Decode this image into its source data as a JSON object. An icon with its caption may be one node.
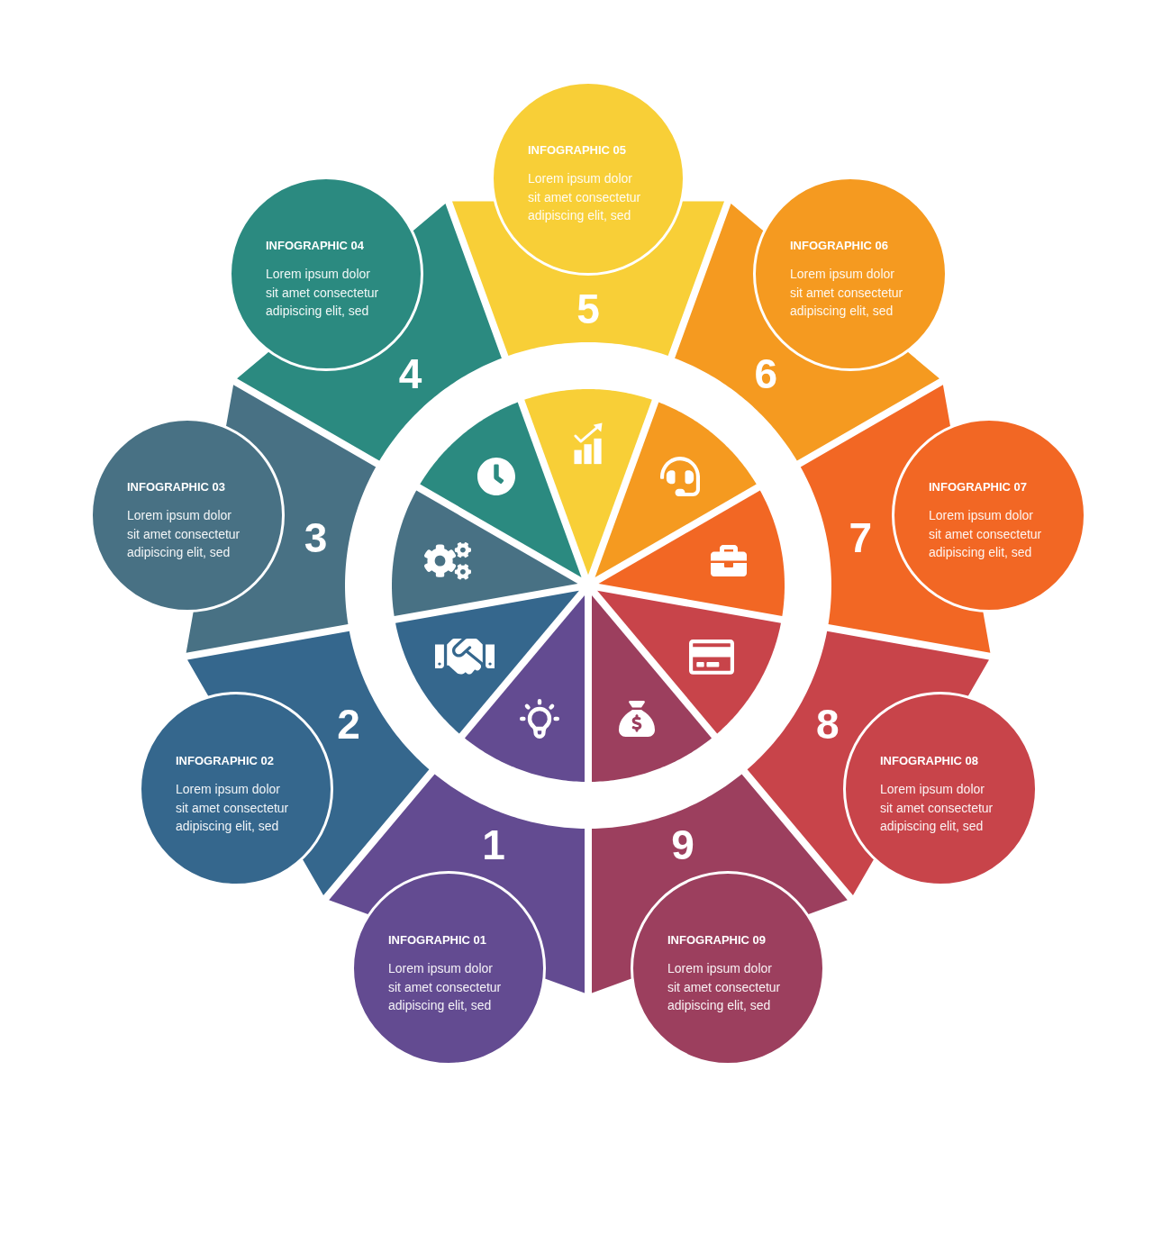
{
  "diagram": {
    "nodes": [
      {
        "text": [
          "1"
        ]
      },
      {
        "text": [
          "INFOGRAPHIC 01",
          "Lorem ipsum dolor sit amet consectetur adipiscing elit, sed"
        ]
      },
      {
        "text": [
          "2"
        ]
      },
      {
        "text": [
          "INFOGRAPHIC 02",
          "Lorem ipsum dolor sit amet consectetur adipiscing elit, sed"
        ]
      },
      {
        "text": [
          "3"
        ]
      },
      {
        "text": [
          "INFOGRAPHIC 03",
          "Lorem ipsum dolor sit amet consectetur adipiscing elit, sed"
        ]
      },
      {
        "text": [
          "4"
        ]
      },
      {
        "text": [
          "INFOGRAPHIC 04",
          "Lorem ipsum dolor sit amet consectetur adipiscing elit, sed"
        ]
      },
      {
        "text": [
          "5"
        ]
      },
      {
        "text": [
          "INFOGRAPHIC 05",
          "Lorem ipsum dolor sit amet consectetur adipiscing elit, sed"
        ]
      },
      {
        "text": [
          "6"
        ]
      },
      {
        "text": [
          "INFOGRAPHIC 06",
          "Lorem ipsum dolor sit amet consectetur adipiscing elit, sed"
        ]
      },
      {
        "text": [
          "7"
        ]
      },
      {
        "text": [
          "INFOGRAPHIC 07",
          "Lorem ipsum dolor sit amet consectetur adipiscing elit, sed"
        ]
      },
      {
        "text": [
          "8"
        ]
      },
      {
        "text": [
          "INFOGRAPHIC 08",
          "Lorem ipsum dolor sit amet consectetur adipiscing elit, sed"
        ]
      },
      {
        "text": [
          "9"
        ]
      },
      {
        "text": [
          "INFOGRAPHIC 09",
          "Lorem ipsum dolor sit amet consectetur adipiscing elit, sed"
        ]
      },
      {
        "text": [],
        "shape": "wedge"
      },
      {
        "text": [],
        "shape": "wedge"
      },
      {
        "text": [],
        "shape": "wedge"
      },
      {
        "text": [],
        "shape": "wedge"
      },
      {
        "text": [],
        "shape": "wedge"
      },
      {
        "text": [],
        "shape": "wedge"
      },
      {
        "text": [],
        "shape": "wedge"
      },
      {
        "text": [],
        "shape": "wedge"
      },
      {
        "text": [],
        "shape": "wedge"
      }
    ]
  }
}
